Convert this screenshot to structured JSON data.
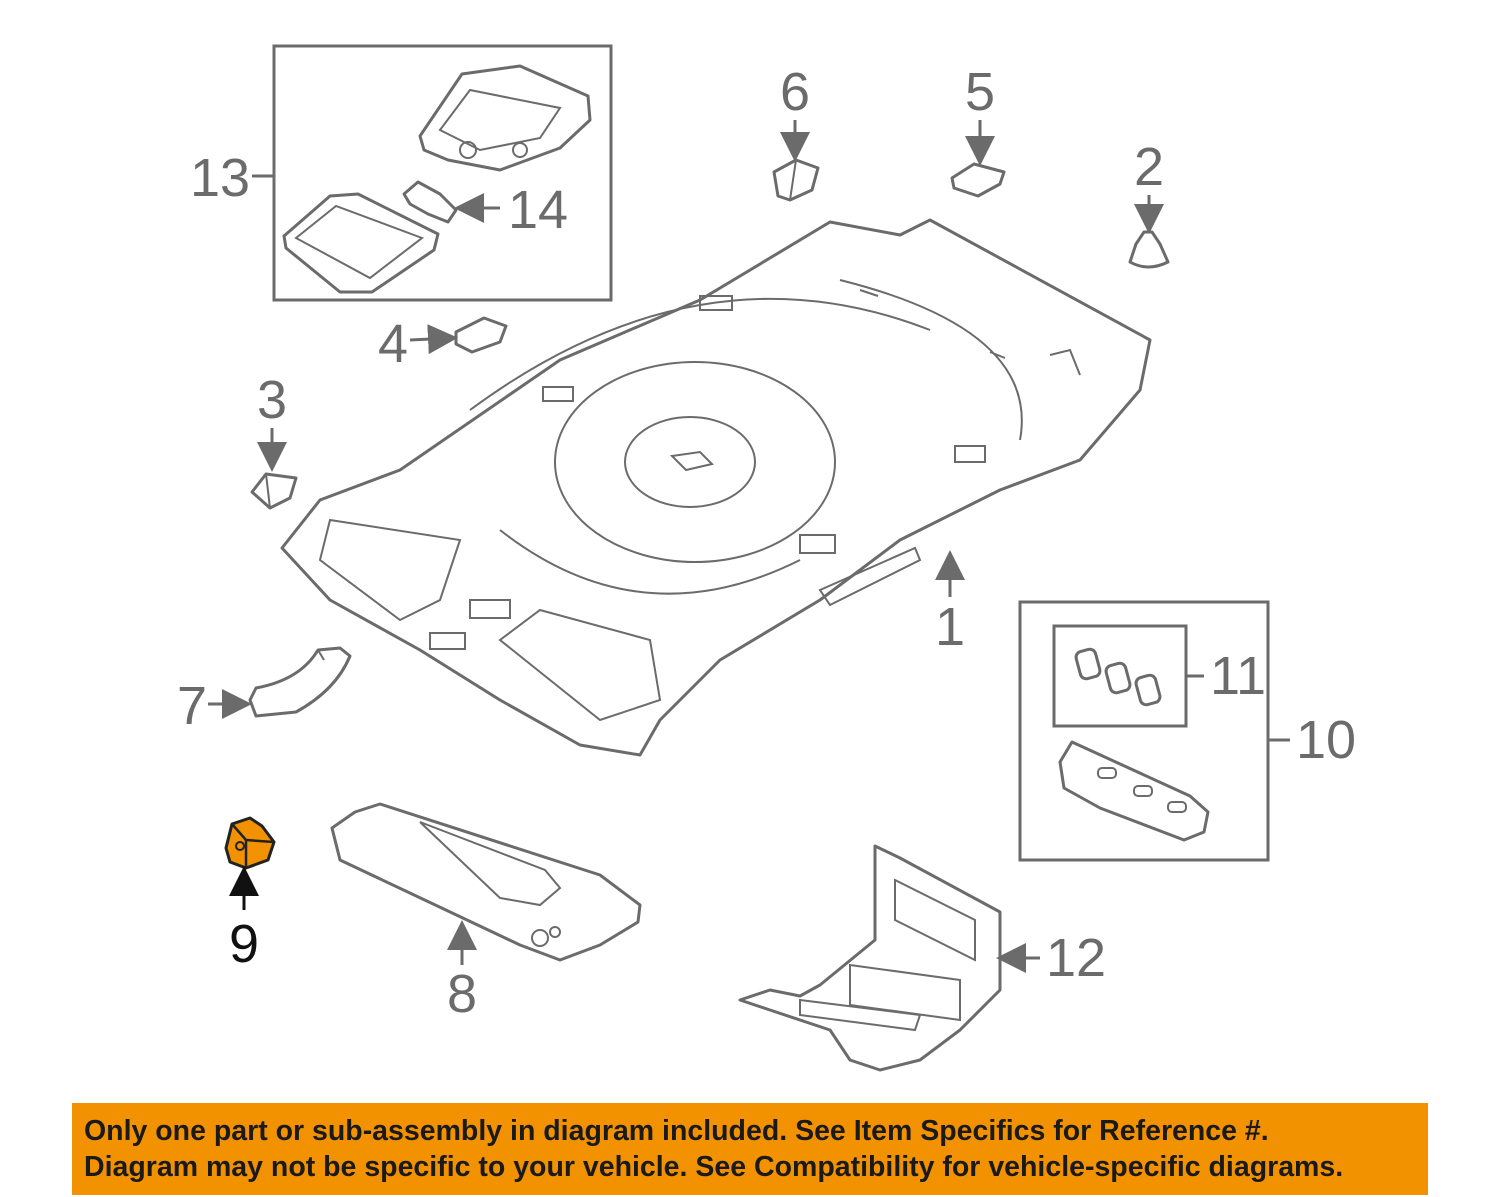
{
  "callouts": [
    "1",
    "2",
    "3",
    "4",
    "5",
    "6",
    "7",
    "8",
    "9",
    "10",
    "11",
    "12",
    "13",
    "14"
  ],
  "highlighted_callout": "9",
  "colors": {
    "highlight": "#f39200",
    "line": "#6b6b6b",
    "banner": "#f39200"
  },
  "banner": {
    "line1": "Only one part or sub-assembly in diagram included. See Item Specifics for Reference #.",
    "line2": "Diagram may not be specific to your vehicle. See Compatibility for vehicle-specific diagrams."
  }
}
